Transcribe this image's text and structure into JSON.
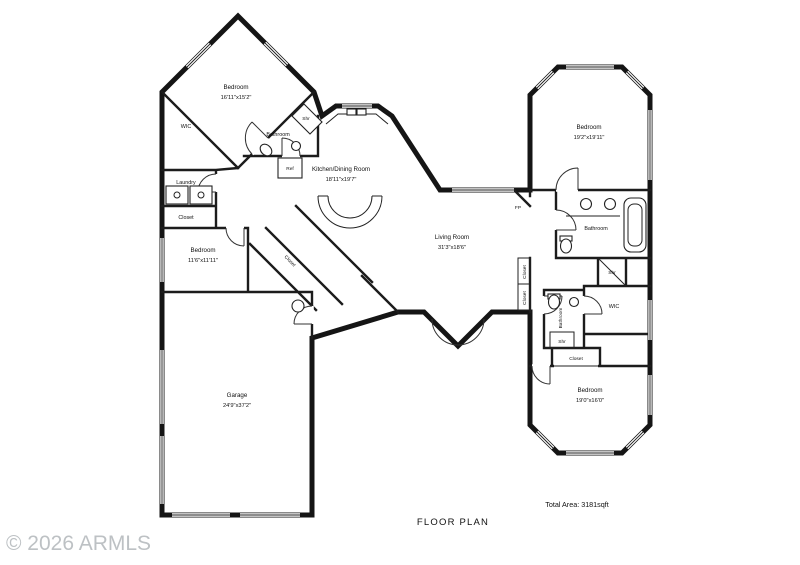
{
  "meta": {
    "title": "FLOOR PLAN",
    "total_area": "Total Area: 3181sqft",
    "watermark": "© 2026 ARMLS"
  },
  "colors": {
    "wall": "#151515",
    "watermark": "#bdc1c4"
  },
  "rooms": {
    "bedroom_nw": {
      "name": "Bedroom",
      "dims": "16'11\"x15'2\""
    },
    "wic_nw": {
      "name": "WIC"
    },
    "bathroom_nw": {
      "name": "Bathroom"
    },
    "shr_nw": {
      "name": "Shr"
    },
    "ref": {
      "name": "Ref"
    },
    "kitchen": {
      "name": "Kitchen/Dining Room",
      "dims": "18'11\"x19'7\""
    },
    "laundry": {
      "name": "Laundry"
    },
    "closet_laundry": {
      "name": "Closet"
    },
    "bedroom_w": {
      "name": "Bedroom",
      "dims": "11'6\"x11'11\""
    },
    "closet_hall": {
      "name": "Closet"
    },
    "garage": {
      "name": "Garage",
      "dims": "24'9\"x37'2\""
    },
    "living": {
      "name": "Living Room",
      "dims": "31'3\"x18'6\""
    },
    "fp": {
      "name": "FP"
    },
    "closet_entry1": {
      "name": "Closet"
    },
    "closet_entry2": {
      "name": "Closet"
    },
    "bedroom_ne": {
      "name": "Bedroom",
      "dims": "19'2\"x19'11\""
    },
    "bathroom_e": {
      "name": "Bathroom"
    },
    "shr_e": {
      "name": "Shr"
    },
    "wic_e": {
      "name": "WIC"
    },
    "bathroom_se": {
      "name": "Bathroom"
    },
    "shr_se": {
      "name": "Shr"
    },
    "closet_se": {
      "name": "Closet"
    },
    "bedroom_se": {
      "name": "Bedroom",
      "dims": "19'0\"x16'0\""
    }
  }
}
